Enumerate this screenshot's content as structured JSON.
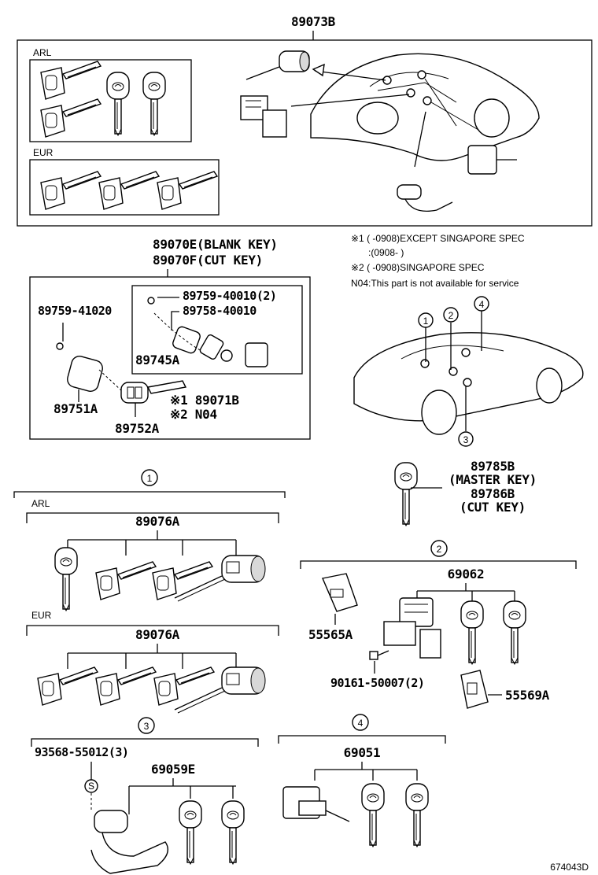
{
  "top_assembly": {
    "part_no": "89073B"
  },
  "top_box": {
    "arl_label": "ARL",
    "eur_label": "EUR"
  },
  "notes": {
    "n1": "※1 (      -0908)EXCEPT SINGAPORE SPEC",
    "n1b": ":(0908-        )",
    "n2": "※2 (      -0908)SINGAPORE SPEC",
    "n3": "N04:This part is not available for service"
  },
  "key_set": {
    "part_blank": "89070E(BLANK KEY)",
    "part_cut": "89070F(CUT KEY)",
    "screw_left": "89759-41020",
    "screw_right": "89759-40010(2)",
    "case": "89758-40010",
    "battery": "89745A",
    "cover": "89751A",
    "body": "89752A",
    "ref1": "※1 89071B",
    "ref2": "※2 N04"
  },
  "master_key": {
    "part1": "89785B",
    "label1": "(MASTER KEY)",
    "part2": "89786B",
    "label2": "(CUT KEY)"
  },
  "car_callouts": [
    "1",
    "2",
    "3",
    "4"
  ],
  "section1": {
    "number": "1",
    "arl_label": "ARL",
    "arl_part": "89076A",
    "eur_label": "EUR",
    "eur_part": "89076A"
  },
  "section2": {
    "number": "2",
    "part": "69062",
    "bracket": "55565A",
    "bolt": "90161-50007(2)",
    "cover": "55569A"
  },
  "section3": {
    "number": "3",
    "pin": "93568-55012(3)",
    "pin_symbol": "S",
    "part": "69059E"
  },
  "section4": {
    "number": "4",
    "part": "69051"
  },
  "figure_id": "674043D"
}
